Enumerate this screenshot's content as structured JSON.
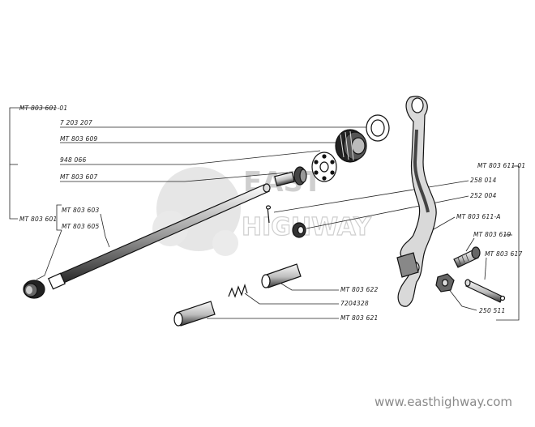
{
  "labels": {
    "assembly_outer": "MT 803 601-01",
    "bearing_ring": "7 203 207",
    "gear_ring": "MT 803 609",
    "ball_race": "948 066",
    "shaft_gear": "MT 803 607",
    "assembly_inner": "MT 803 601",
    "shaft": "MT 803 603",
    "bushing": "MT 803 605",
    "pin_small": "258 014",
    "washer": "252 004",
    "pedal_assembly": "MT 803 611-01",
    "pedal_arm": "MT 803 611-A",
    "bolt": "MT 803 619",
    "pin_long": "MT 803 617",
    "nut": "250 511",
    "roller_upper": "MT 803 622",
    "spring": "7204328",
    "roller_lower": "MT 803 621"
  },
  "watermark": {
    "line1": "EAST",
    "line2": "HIGHWAY",
    "url": "www.easthighway.com"
  },
  "colors": {
    "ink": "#111111",
    "watermark": "#cfcfcf",
    "url": "#8a8a8a"
  }
}
